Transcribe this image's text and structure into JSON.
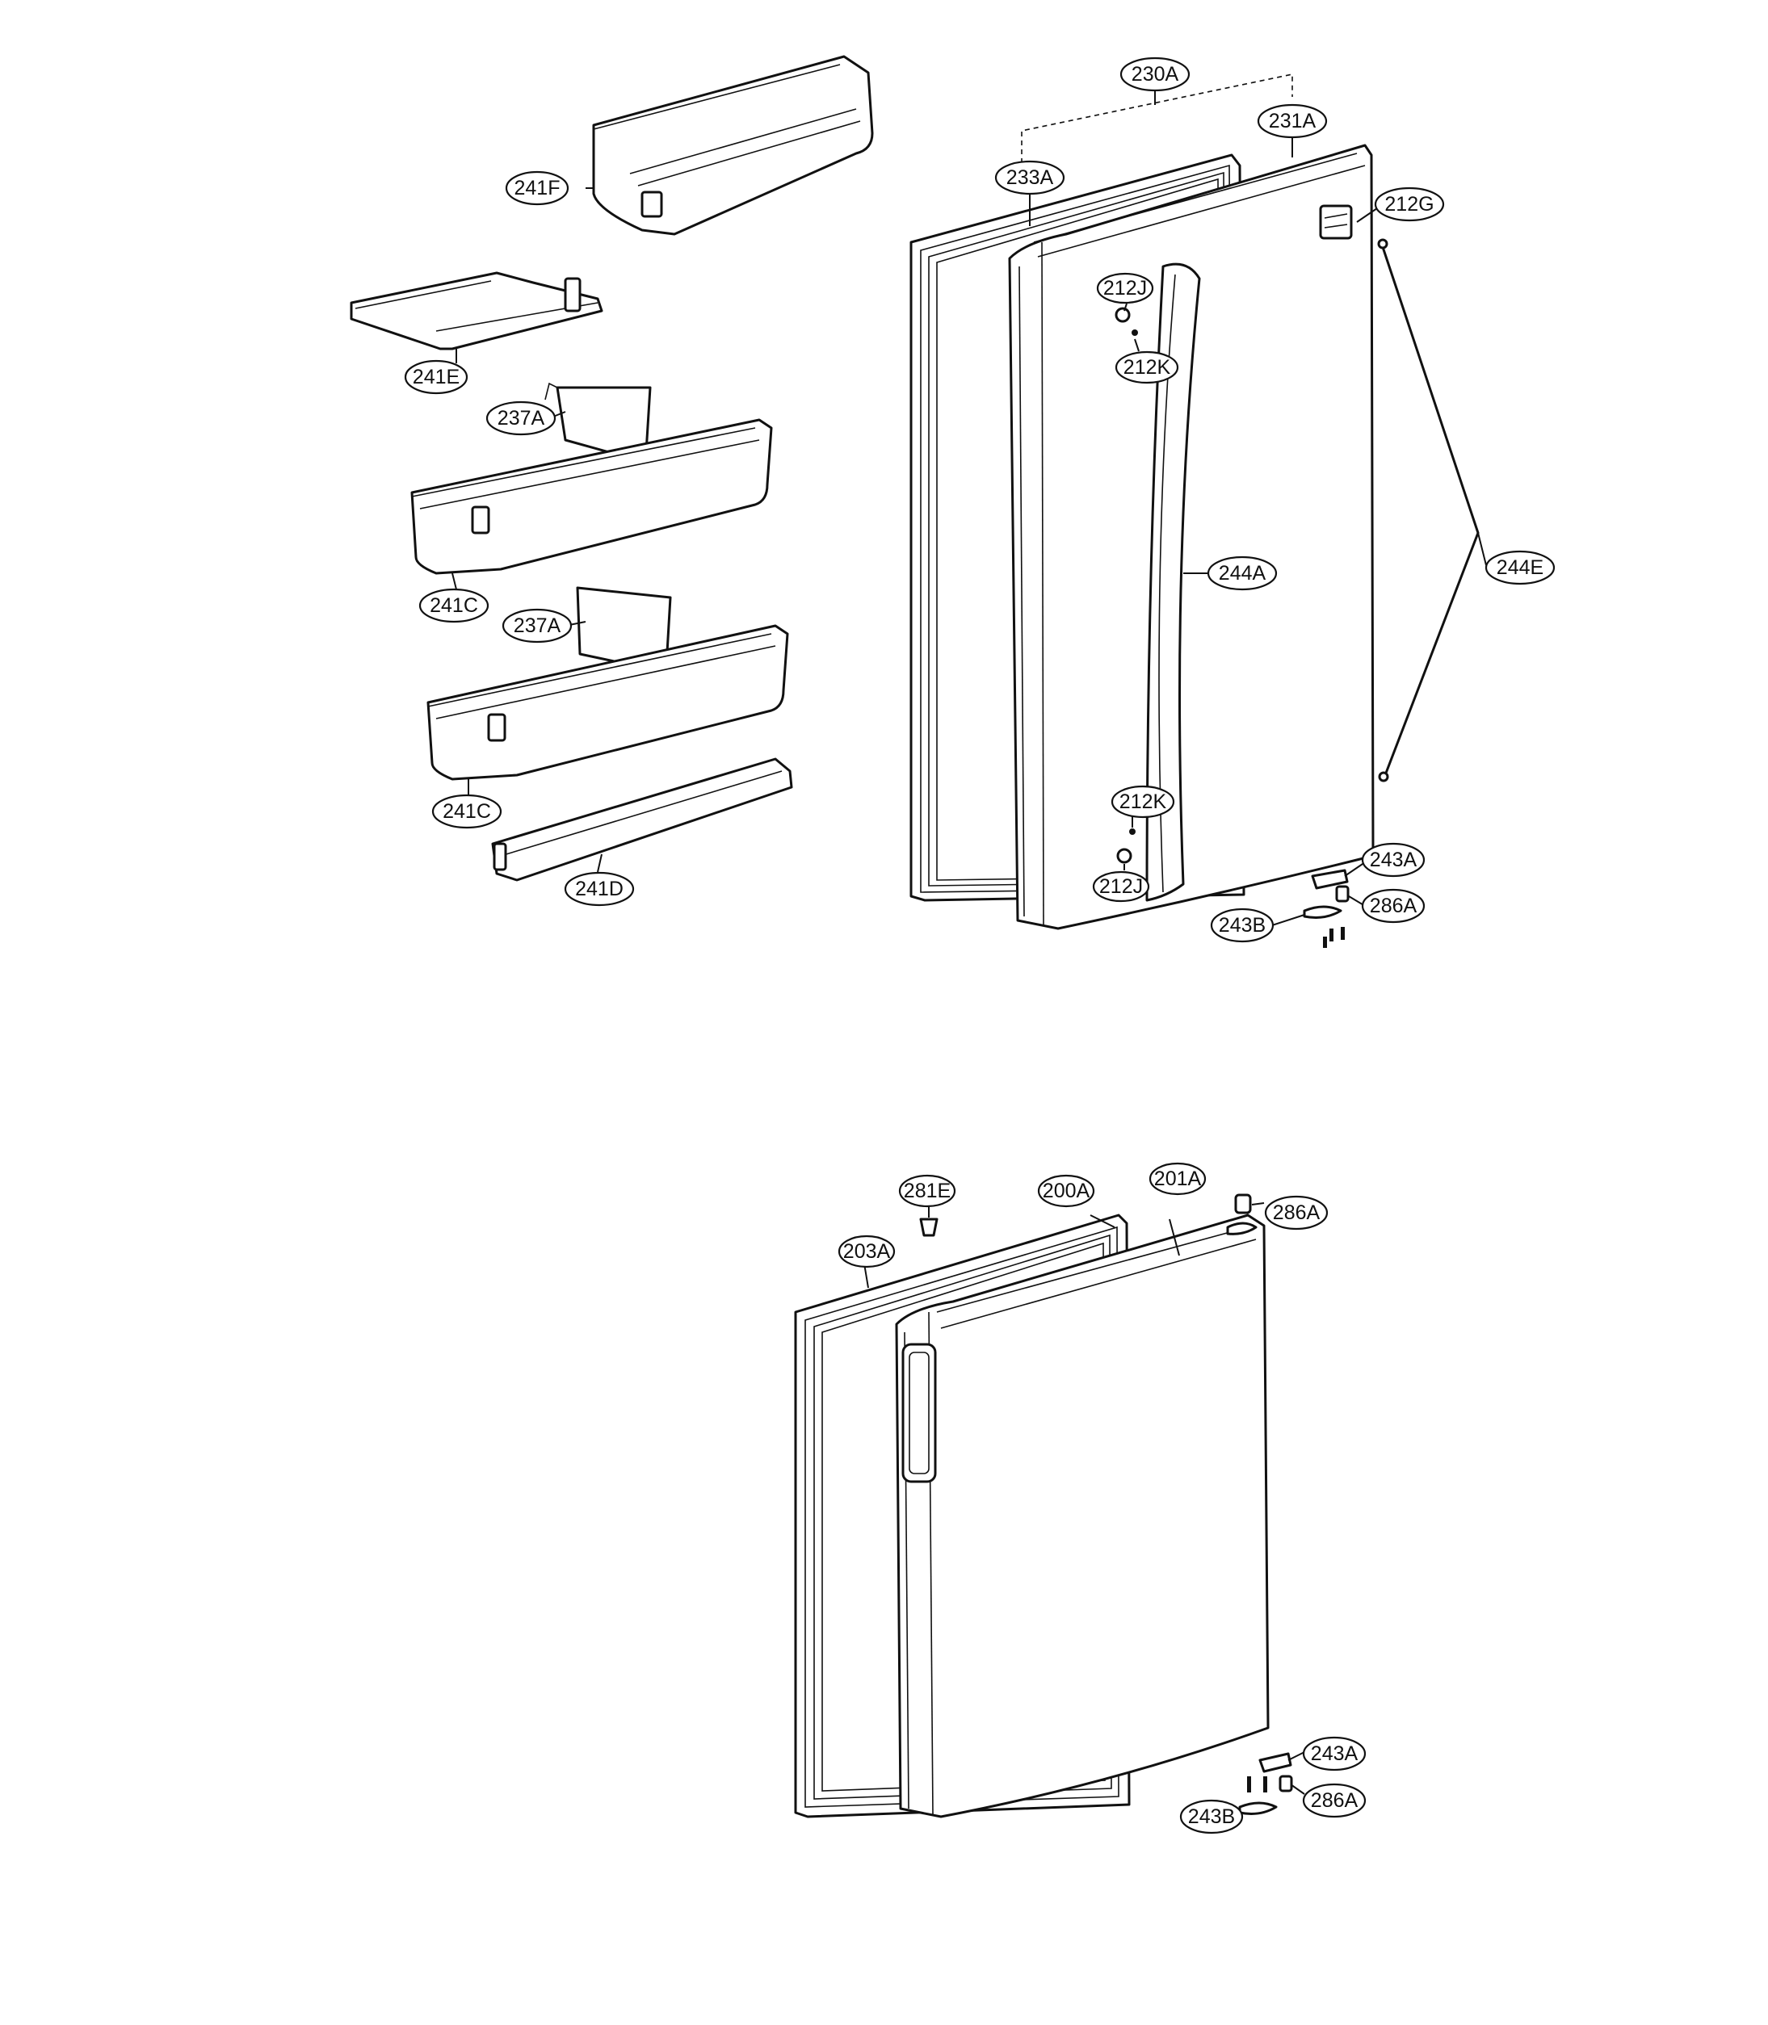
{
  "callouts": {
    "c230A": "230A",
    "c231A": "231A",
    "c233A": "233A",
    "c212G": "212G",
    "c212J_top": "212J",
    "c212K_top": "212K",
    "c244A": "244A",
    "c244E": "244E",
    "c212K_bot": "212K",
    "c212J_bot": "212J",
    "c243A_top": "243A",
    "c286A_top": "286A",
    "c243B_top": "243B",
    "c241F": "241F",
    "c241E": "241E",
    "c237A_1": "237A",
    "c241C_1": "241C",
    "c237A_2": "237A",
    "c241C_2": "241C",
    "c241D": "241D",
    "c281E": "281E",
    "c200A": "200A",
    "c201A": "201A",
    "c286A_mid": "286A",
    "c203A": "203A",
    "c243A_bot": "243A",
    "c286A_bot": "286A",
    "c243B_bot": "243B"
  }
}
